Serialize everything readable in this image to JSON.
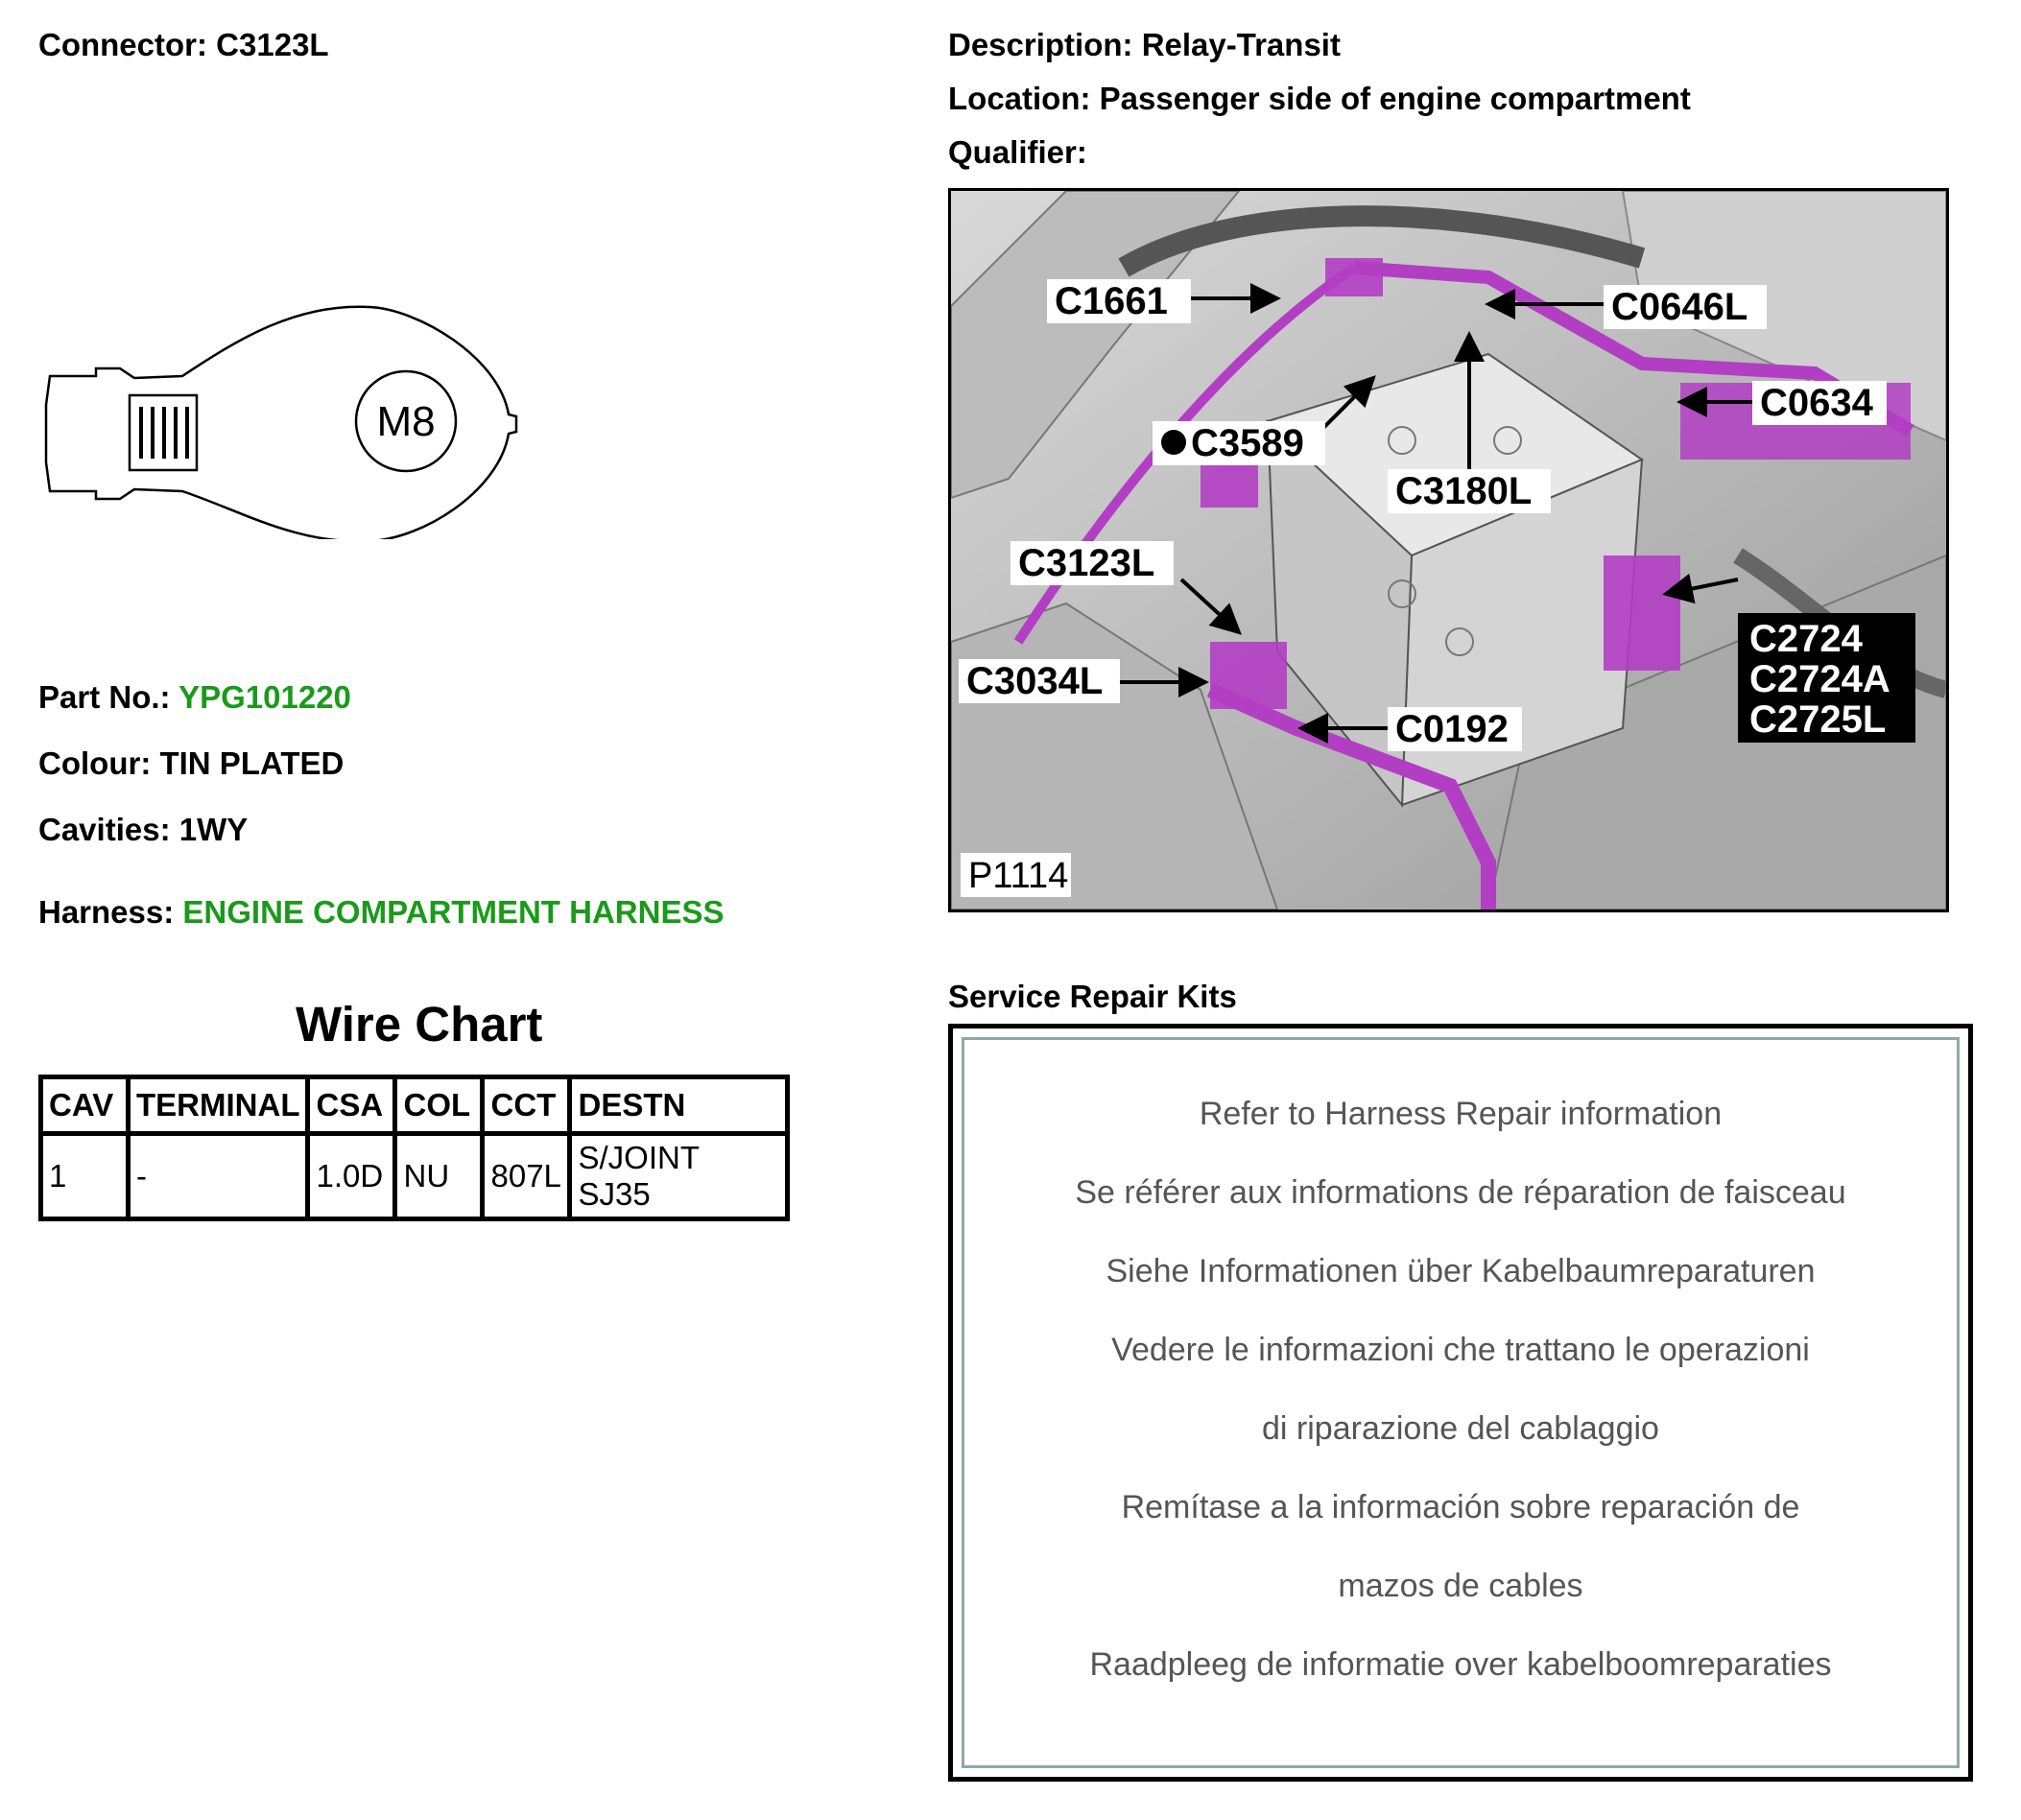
{
  "header": {
    "connector_label": "Connector:",
    "connector_value": "C3123L",
    "description_label": "Description:",
    "description_value": "Relay-Transit",
    "location_label": "Location:",
    "location_value": "Passenger side of engine compartment",
    "qualifier_label": "Qualifier:",
    "qualifier_value": ""
  },
  "connector_drawing": {
    "stud_label": "M8"
  },
  "details": {
    "part_no_label": "Part No.:",
    "part_no_value": "YPG101220",
    "colour_label": "Colour:",
    "colour_value": "TIN PLATED",
    "cavities_label": "Cavities:",
    "cavities_value": "1WY",
    "harness_label": "Harness:",
    "harness_value": "ENGINE COMPARTMENT HARNESS"
  },
  "wire_chart": {
    "title": "Wire Chart",
    "columns": [
      "CAV",
      "TERMINAL",
      "CSA",
      "COL",
      "CCT",
      "DESTN"
    ],
    "rows": [
      [
        "1",
        "-",
        "1.0D",
        "NU",
        "807L",
        "S/JOINT SJ35"
      ]
    ]
  },
  "photo": {
    "figure_id": "P1114",
    "callouts": [
      "C1661",
      "C0646L",
      "C0634",
      "C3589",
      "C3180L",
      "C3123L",
      "C3034L",
      "C0192",
      "C2724",
      "C2724A",
      "C2725L"
    ],
    "highlight_color": "#b23ec4"
  },
  "service_repair_kits": {
    "title": "Service Repair Kits",
    "lines": [
      "Refer to Harness Repair information",
      "Se référer aux informations de réparation de faisceau",
      "Siehe Informationen über Kabelbaumreparaturen",
      "Vedere le informazioni che trattano le operazioni",
      "di riparazione del cablaggio",
      "Remítase a la información sobre reparación de",
      "mazos de cables",
      "Raadpleeg de informatie over kabelboomreparaties"
    ]
  },
  "colors": {
    "green": "#1a9a1a",
    "kits_border": "#8fa8ad",
    "kits_text": "#555555"
  }
}
